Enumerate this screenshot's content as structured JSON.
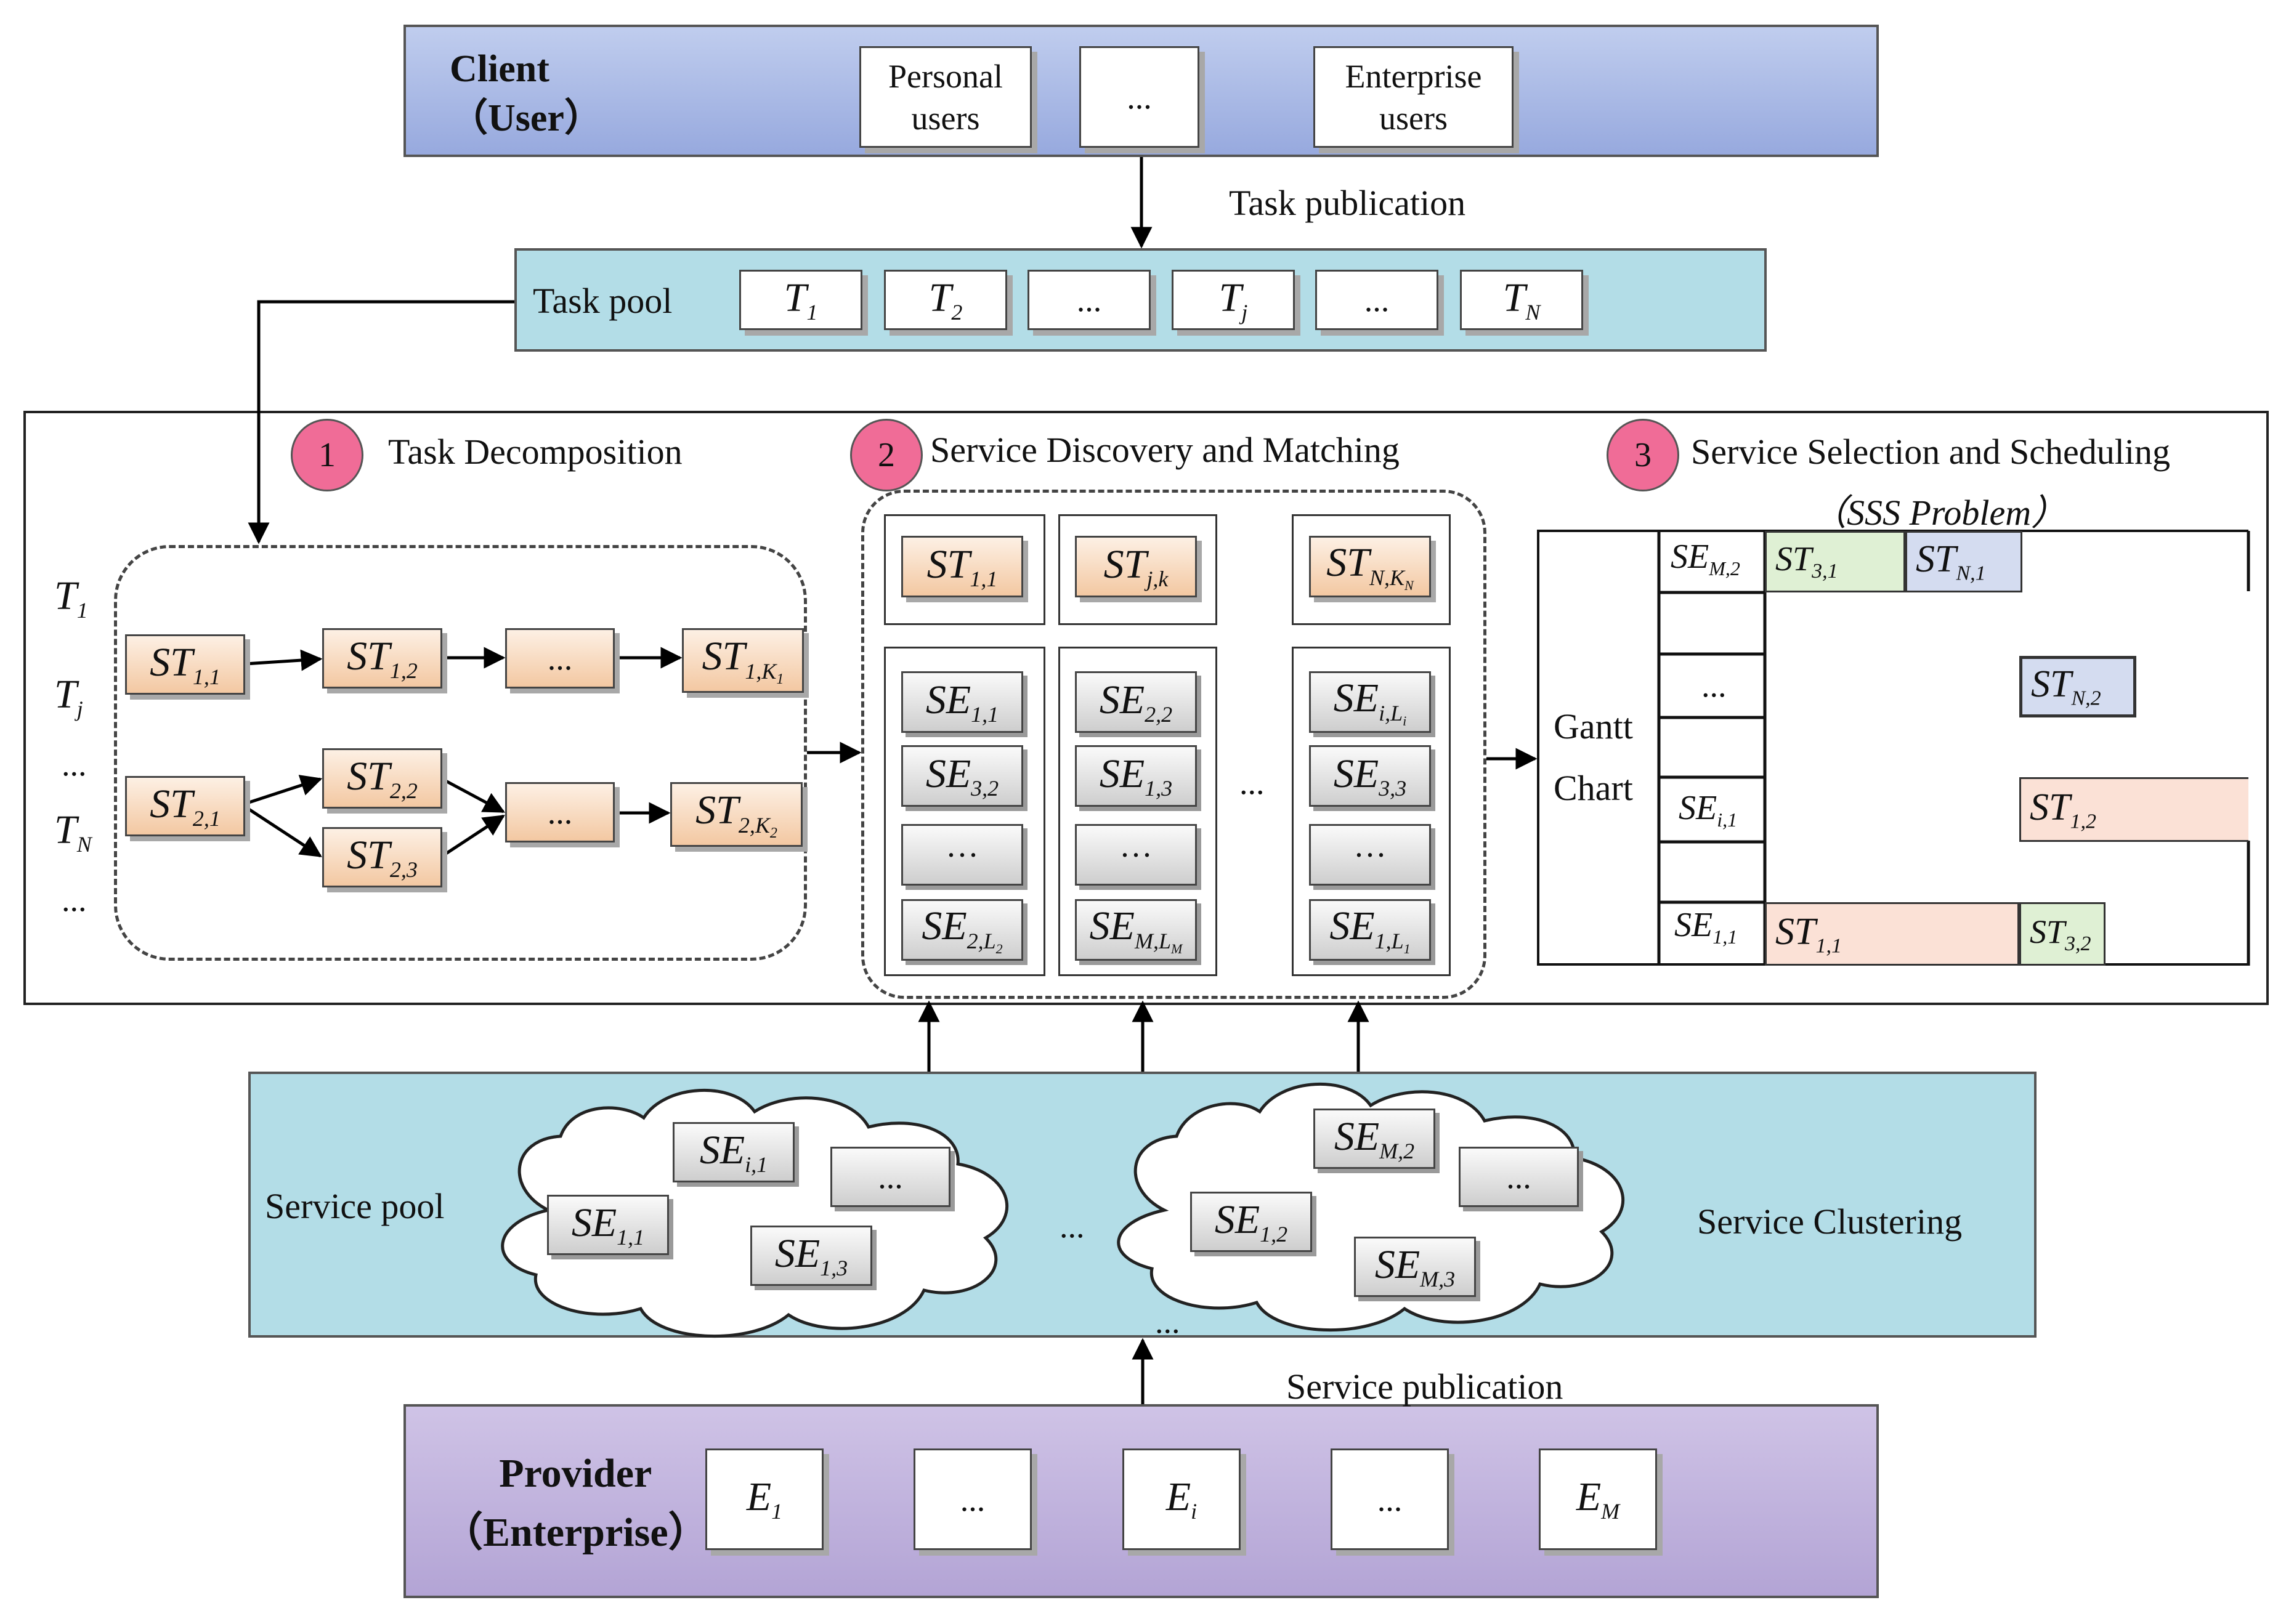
{
  "client": {
    "title_line1": "Client",
    "title_line2": "（User）",
    "personal": "Personal users",
    "ellipsis": "...",
    "enterprise": "Enterprise users"
  },
  "task_publication": "Task publication",
  "task_pool": {
    "label": "Task pool",
    "tasks": [
      "T1",
      "T2",
      "...",
      "Tj",
      "...",
      "TN"
    ]
  },
  "steps": {
    "step1": {
      "num": "1",
      "label": "Task Decomposition"
    },
    "step2": {
      "num": "2",
      "label": "Service Discovery and Matching"
    },
    "step3": {
      "num": "3",
      "label": "Service Selection and Scheduling",
      "sub": "（SSS Problem）"
    }
  },
  "decomposition": {
    "left_labels": [
      "T1",
      "Tj",
      "...",
      "TN",
      "..."
    ],
    "ellipsis": "..."
  },
  "gantt": {
    "label_line1": "Gantt",
    "label_line2": "Chart",
    "ellipsis": "..."
  },
  "service_pool": {
    "label": "Service pool",
    "ellipsis": "...",
    "between": "...",
    "bottom": "..."
  },
  "service_clustering": "Service Clustering",
  "service_publication": "Service publication",
  "provider": {
    "title_line1": "Provider",
    "title_line2": "（Enterprise）",
    "ellipsis": "..."
  },
  "colors": {
    "client_band": "#97a9de",
    "pool_band": "#b3dde7",
    "provider_band": "#b3a4d5",
    "subtask": "#f3c8a2",
    "step_circle": "#f06c97",
    "gantt_green": "#dff0d4",
    "gantt_blue": "#d4dcf0",
    "gantt_pink": "#fbe1d6"
  }
}
